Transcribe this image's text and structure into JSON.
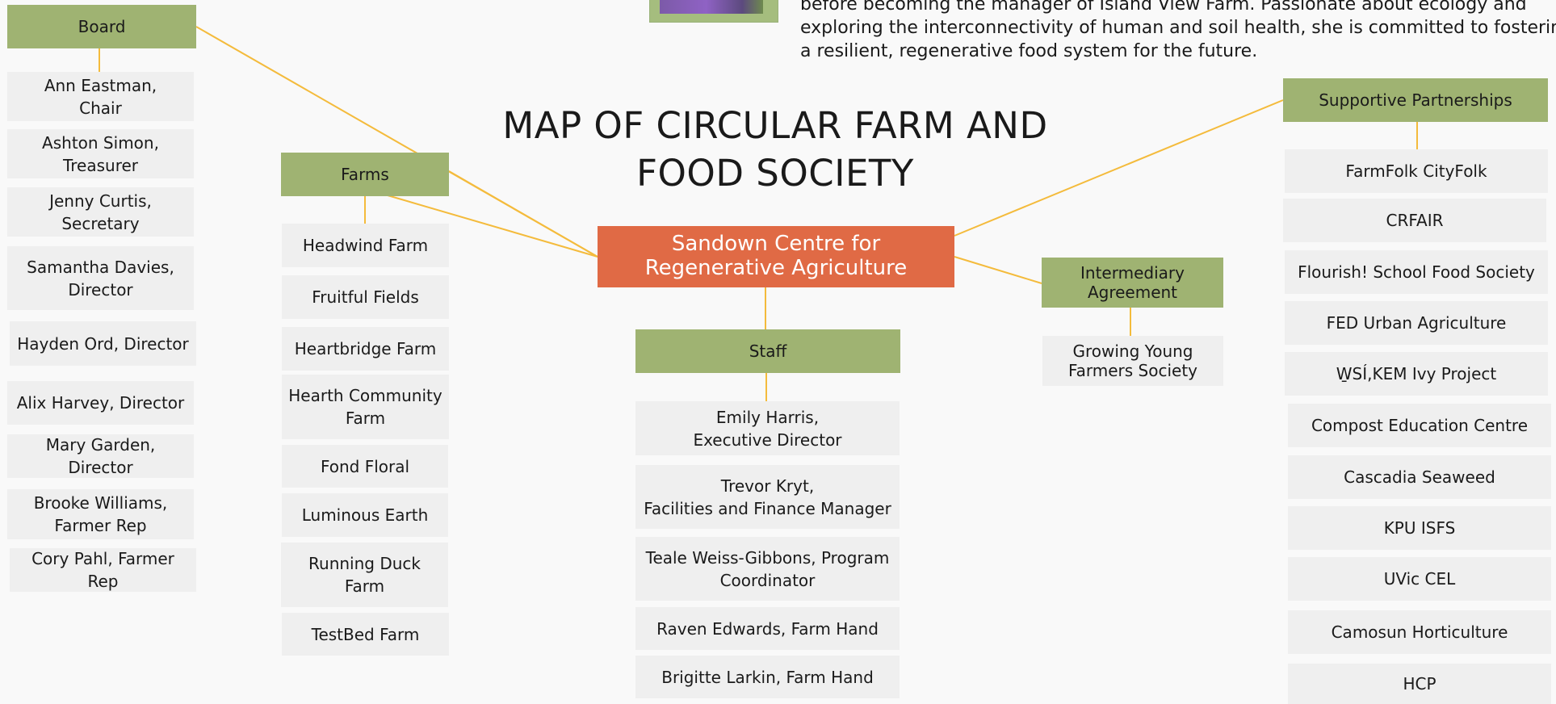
{
  "title": "MAP OF CIRCULAR FARM AND FOOD SOCIETY",
  "bio": {
    "lines": [
      "before becoming the manager of Island View Farm. Passionate about ecology and",
      "exploring the interconnectivity of human and soil health, she is committed to fostering",
      "a resilient, regenerative food system for the future."
    ]
  },
  "center": {
    "label": "Sandown Centre for Regenerative Agriculture"
  },
  "board": {
    "header": "Board",
    "members": [
      "Ann Eastman,\nChair",
      "Ashton Simon,\nTreasurer",
      "Jenny Curtis,\nSecretary",
      "Samantha Davies,\nDirector",
      "Hayden Ord, Director",
      "Alix Harvey, Director",
      "Mary Garden, Director",
      "Brooke Williams,\nFarmer Rep",
      "Cory Pahl, Farmer Rep"
    ]
  },
  "farms": {
    "header": "Farms",
    "items": [
      "Headwind Farm",
      "Fruitful Fields",
      "Heartbridge Farm",
      "Hearth Community\nFarm",
      "Fond Floral",
      "Luminous Earth",
      "Running Duck\nFarm",
      "TestBed Farm"
    ]
  },
  "staff": {
    "header": "Staff",
    "members": [
      "Emily Harris,\nExecutive Director",
      "Trevor Kryt,\nFacilities and Finance Manager",
      "Teale Weiss-Gibbons, Program\nCoordinator",
      "Raven Edwards, Farm Hand",
      "Brigitte Larkin, Farm Hand"
    ]
  },
  "intermediary": {
    "header": "Intermediary\nAgreement",
    "items": [
      "Growing Young\nFarmers Society"
    ]
  },
  "partnerships": {
    "header": "Supportive Partnerships",
    "items": [
      "FarmFolk CityFolk",
      "CRFAIR",
      "Flourish! School Food Society",
      "FED Urban Agriculture",
      "W̱SÍ,KEM Ivy Project",
      "Compost Education Centre",
      "Cascadia Seaweed",
      "KPU ISFS",
      "UVic CEL",
      "Camosun Horticulture",
      "HCP"
    ]
  },
  "colors": {
    "header_green": "#9fb372",
    "center_orange": "#e06a45",
    "item_gray": "#efefef",
    "connector_yellow": "#f4bb3c"
  }
}
